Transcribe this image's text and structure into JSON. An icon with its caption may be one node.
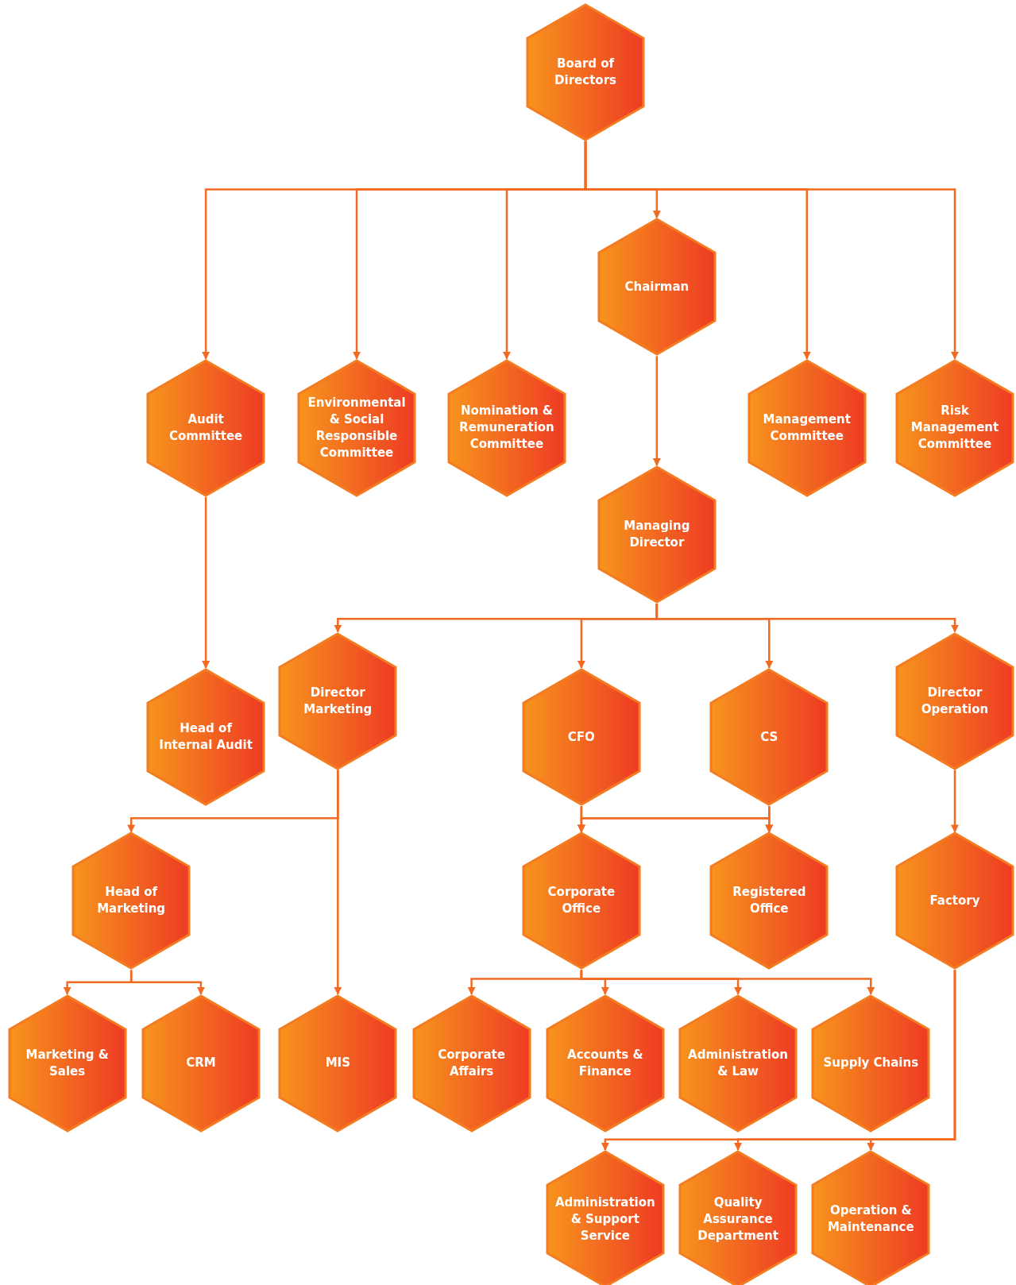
{
  "diagram": {
    "nodes": [
      {
        "text": [
          "Board of Directors"
        ]
      },
      {
        "text": [
          "Audit Committee"
        ]
      },
      {
        "text": [
          "Environmental & Social Responsible Committee"
        ]
      },
      {
        "text": [
          "Nomination & Remuneration Committee"
        ]
      },
      {
        "text": [
          "Chairman"
        ]
      },
      {
        "text": [
          "Management Committee"
        ]
      },
      {
        "text": [
          "Risk Management Committee"
        ]
      },
      {
        "text": [
          "Managing Director"
        ]
      },
      {
        "text": [
          "Head of Internal Audit"
        ]
      },
      {
        "text": [
          "Director Marketing"
        ]
      },
      {
        "text": [
          "CFO"
        ]
      },
      {
        "text": [
          "CS"
        ]
      },
      {
        "text": [
          "Director Operation"
        ]
      },
      {
        "text": [
          "Head of Marketing"
        ]
      },
      {
        "text": [
          "Corporate Office"
        ]
      },
      {
        "text": [
          "Registered Office"
        ]
      },
      {
        "text": [
          "Factory"
        ]
      },
      {
        "text": [
          "Marketing & Sales"
        ]
      },
      {
        "text": [
          "CRM"
        ]
      },
      {
        "text": [
          "MIS"
        ]
      },
      {
        "text": [
          "Corporate Affairs"
        ]
      },
      {
        "text": [
          "Accounts & Finance"
        ]
      },
      {
        "text": [
          "Administration & Law"
        ]
      },
      {
        "text": [
          "Supply Chains"
        ]
      },
      {
        "text": [
          "Administration & Support Service"
        ]
      },
      {
        "text": [
          "Quality Assurance Department"
        ]
      },
      {
        "text": [
          "Operation & Maintenance"
        ]
      }
    ],
    "edges": [
      {
        "from": 0,
        "to": 1,
        "arrow": "to"
      },
      {
        "from": 0,
        "to": 2,
        "arrow": "to"
      },
      {
        "from": 0,
        "to": 3,
        "arrow": "to"
      },
      {
        "from": 0,
        "to": 4,
        "arrow": "to"
      },
      {
        "from": 0,
        "to": 5,
        "arrow": "to"
      },
      {
        "from": 0,
        "to": 6,
        "arrow": "to"
      },
      {
        "from": 4,
        "to": 7,
        "arrow": "to"
      },
      {
        "from": 1,
        "to": 8,
        "arrow": "to"
      },
      {
        "from": 7,
        "to": 9,
        "arrow": "to"
      },
      {
        "from": 7,
        "to": 10,
        "arrow": "to"
      },
      {
        "from": 7,
        "to": 11,
        "arrow": "to"
      },
      {
        "from": 7,
        "to": 12,
        "arrow": "to"
      },
      {
        "from": 9,
        "to": 13,
        "arrow": "to"
      },
      {
        "from": 9,
        "to": 19,
        "arrow": "to"
      },
      {
        "from": 10,
        "to": 14,
        "arrow": "to"
      },
      {
        "from": 10,
        "to": 15,
        "arrow": "to"
      },
      {
        "from": 11,
        "to": 14,
        "arrow": "to"
      },
      {
        "from": 11,
        "to": 15,
        "arrow": "to"
      },
      {
        "from": 12,
        "to": 16,
        "arrow": "to"
      },
      {
        "from": 13,
        "to": 17,
        "arrow": "to"
      },
      {
        "from": 13,
        "to": 18,
        "arrow": "to"
      },
      {
        "from": 14,
        "to": 20,
        "arrow": "to"
      },
      {
        "from": 14,
        "to": 21,
        "arrow": "to"
      },
      {
        "from": 14,
        "to": 22,
        "arrow": "to"
      },
      {
        "from": 14,
        "to": 23,
        "arrow": "to"
      },
      {
        "from": 16,
        "to": 24,
        "arrow": "to"
      },
      {
        "from": 16,
        "to": 25,
        "arrow": "to"
      },
      {
        "from": 16,
        "to": 26,
        "arrow": "to"
      }
    ]
  }
}
